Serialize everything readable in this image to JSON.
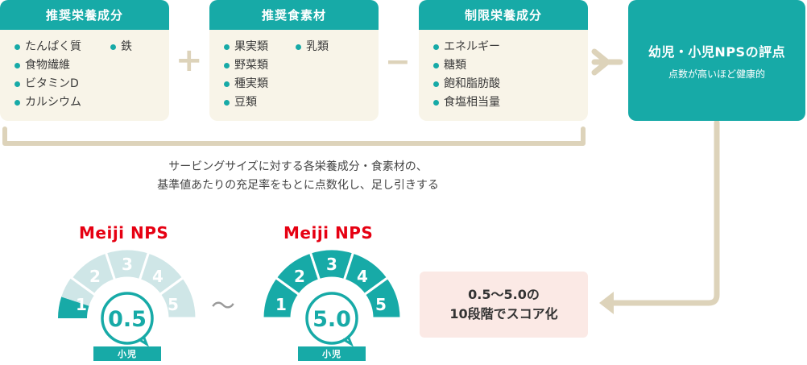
{
  "cards": [
    {
      "title": "推奨栄養成分",
      "col1": [
        "たんぱく質",
        "食物繊維",
        "ビタミンD",
        "カルシウム"
      ],
      "col2": [
        "鉄"
      ]
    },
    {
      "title": "推奨食素材",
      "col1": [
        "果実類",
        "野菜類",
        "種実類",
        "豆類"
      ],
      "col2": [
        "乳類"
      ]
    },
    {
      "title": "制限栄養成分",
      "col1": [
        "エネルギー",
        "糖類",
        "飽和脂肪酸",
        "食塩相当量"
      ],
      "col2": []
    }
  ],
  "operators": {
    "plus": "+",
    "minus": "−"
  },
  "nps_box": {
    "title": "幼児・小児NPSの評点",
    "subtitle": "点数が高いほど健康的"
  },
  "note": {
    "line1": "サービングサイズに対する各栄養成分・食素材の、",
    "line2": "基準値あたりの充足率をもとに点数化し、足し引きする"
  },
  "gauges": [
    {
      "brand": "Meiji NPS",
      "score": "0.5",
      "label": "小児",
      "segments": [
        "1",
        "2",
        "3",
        "4",
        "5"
      ],
      "fill_fraction": 0.1
    },
    {
      "brand": "Meiji NPS",
      "score": "5.0",
      "label": "小児",
      "segments": [
        "1",
        "2",
        "3",
        "4",
        "5"
      ],
      "fill_fraction": 1.0
    }
  ],
  "tilde": "〜",
  "score_box": {
    "line1": "0.5〜5.0の",
    "line2": "10段階でスコア化"
  },
  "colors": {
    "teal": "#17aaa7",
    "light_teal": "#cfe6e7",
    "cream": "#f8f4e8",
    "beige": "#ddd3ba",
    "pink": "#fbe9e5",
    "brand_red": "#e60012"
  }
}
